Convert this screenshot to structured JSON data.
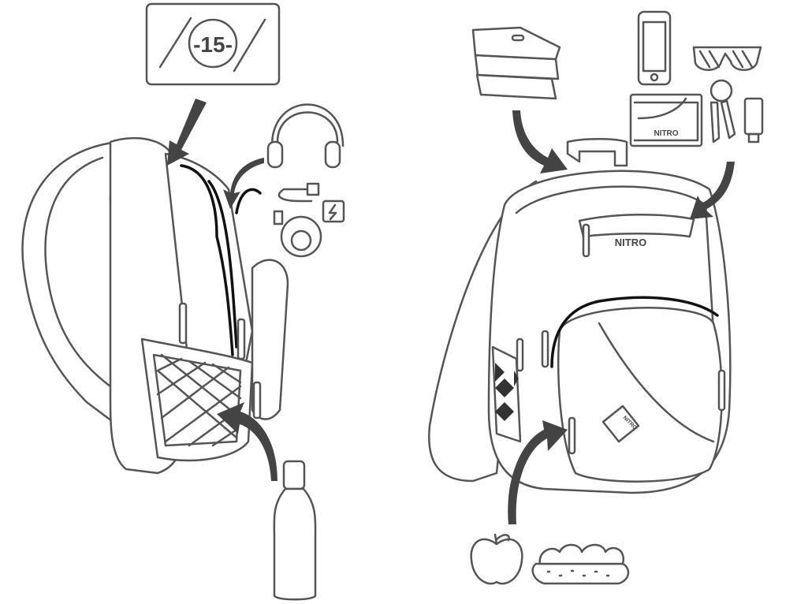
{
  "laptop": {
    "size_label": "-15-"
  },
  "front_backpack": {
    "brand_label": "NITRO",
    "logo_label": "NITRO"
  },
  "wallet": {
    "brand_label": "NITRO"
  },
  "colors": {
    "line": "#555555",
    "accent_line": "#111111",
    "fill": "#ffffff"
  }
}
